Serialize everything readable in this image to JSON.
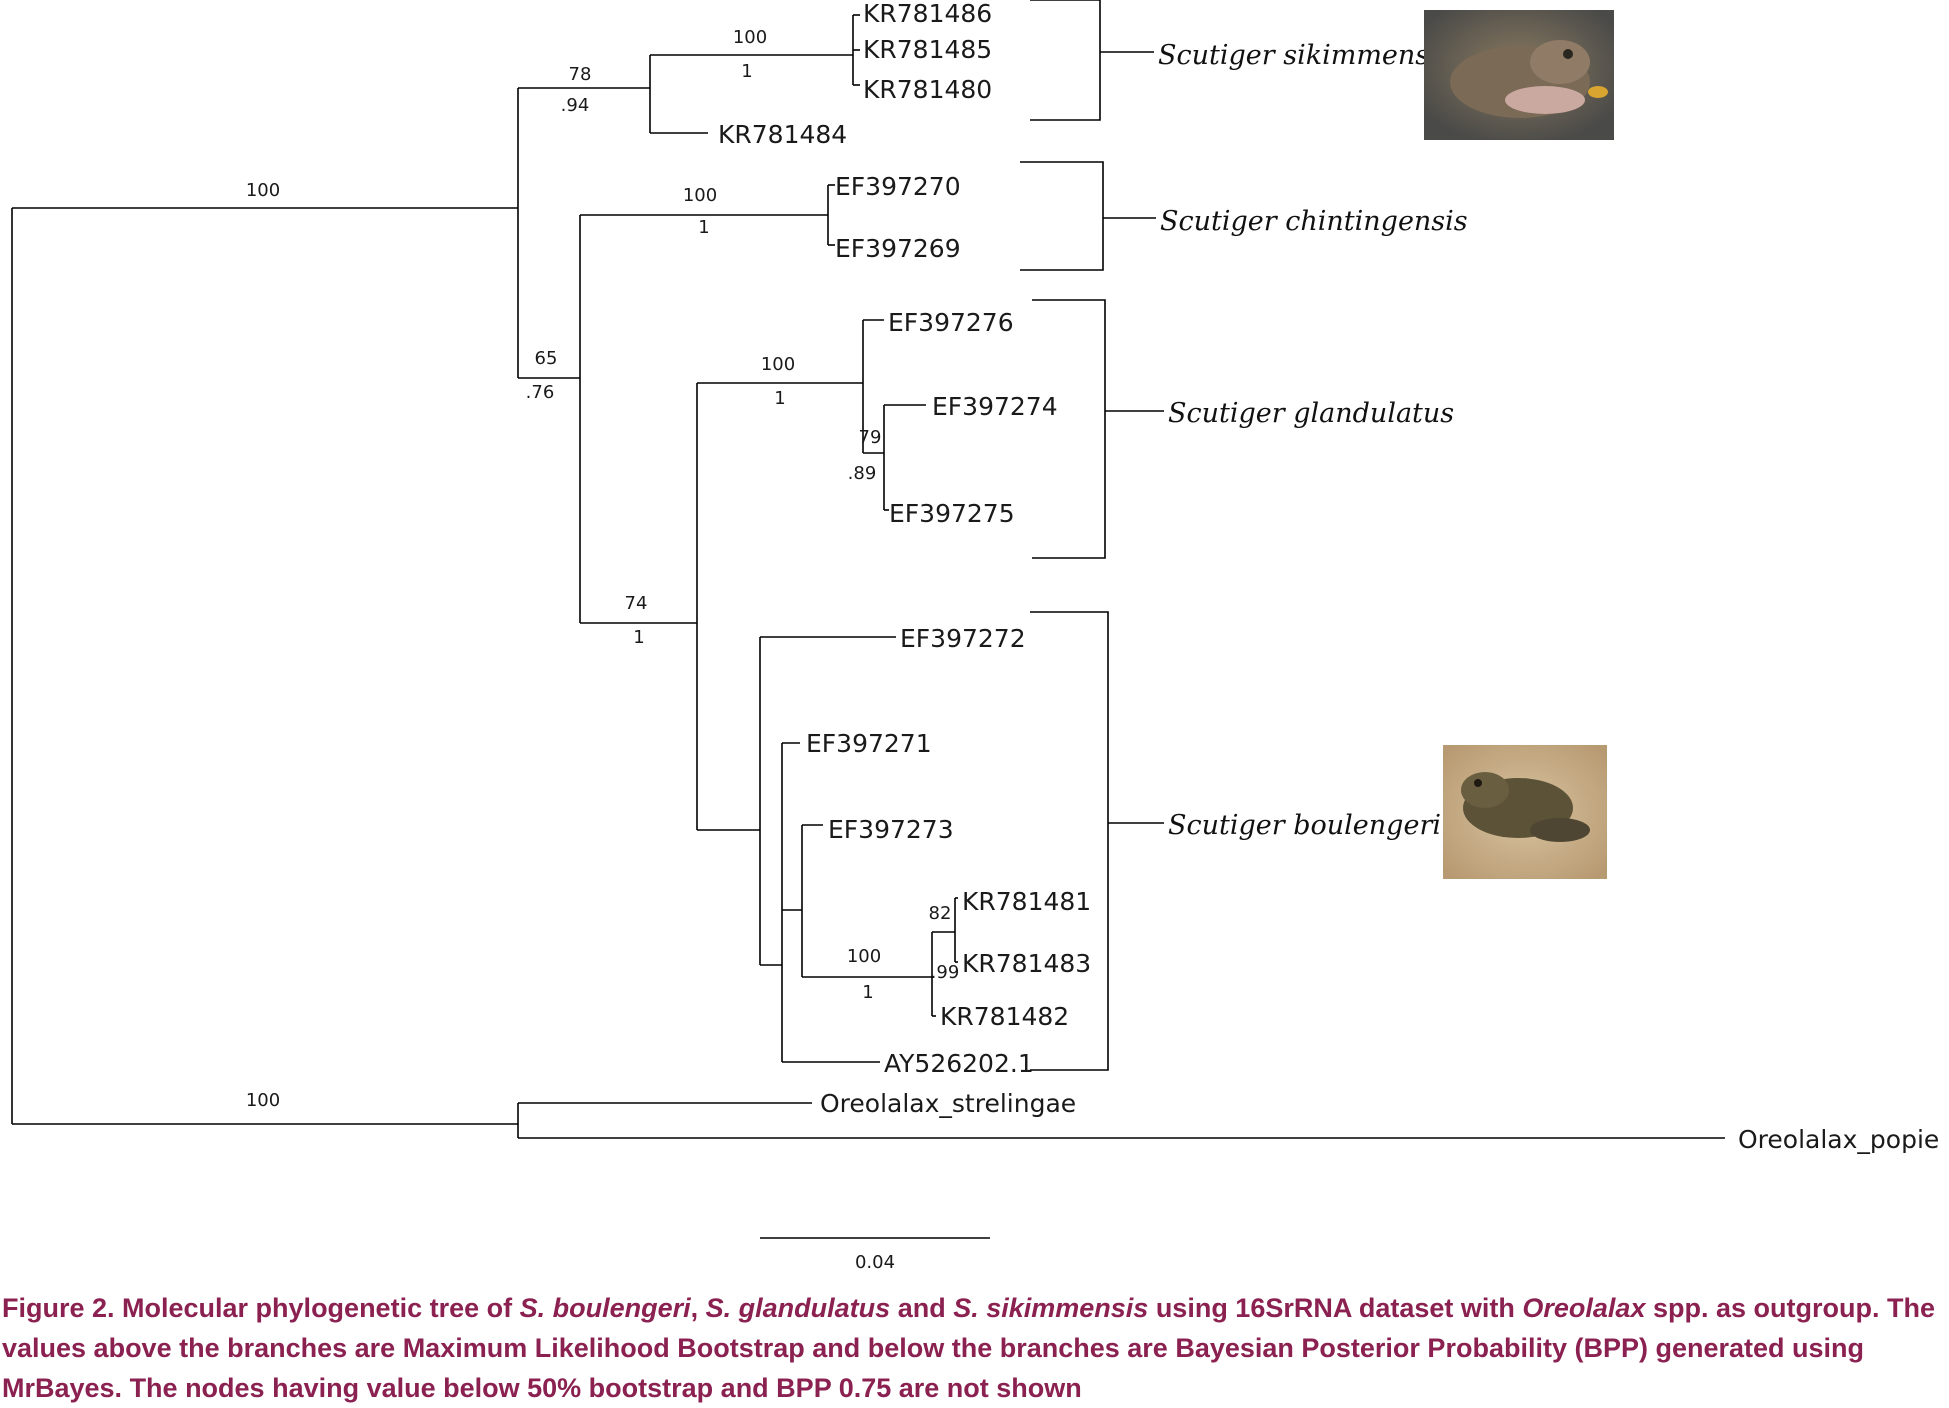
{
  "tree": {
    "tips": [
      {
        "id": "t1",
        "label": "KR781486"
      },
      {
        "id": "t2",
        "label": "KR781485"
      },
      {
        "id": "t3",
        "label": "KR781480"
      },
      {
        "id": "t4",
        "label": "KR781484"
      },
      {
        "id": "t5",
        "label": "EF397270"
      },
      {
        "id": "t6",
        "label": "EF397269"
      },
      {
        "id": "t7",
        "label": "EF397276"
      },
      {
        "id": "t8",
        "label": "EF397274"
      },
      {
        "id": "t9",
        "label": "EF397275"
      },
      {
        "id": "t10",
        "label": "EF397272"
      },
      {
        "id": "t11",
        "label": "EF397271"
      },
      {
        "id": "t12",
        "label": "EF397273"
      },
      {
        "id": "t13",
        "label": "KR781481"
      },
      {
        "id": "t14",
        "label": "KR781483"
      },
      {
        "id": "t15",
        "label": "KR781482"
      },
      {
        "id": "t16",
        "label": "AY526202.1"
      },
      {
        "id": "t17",
        "label": "Oreolalax_strelingae"
      },
      {
        "id": "t18",
        "label": "Oreolalax_popie"
      }
    ],
    "support": [
      {
        "id": "n_root_upper",
        "bootstrap": "100",
        "bpp": ""
      },
      {
        "id": "n_sik",
        "bootstrap": "78",
        "bpp": ".94"
      },
      {
        "id": "n_sik_core",
        "bootstrap": "100",
        "bpp": "1"
      },
      {
        "id": "n_chin",
        "bootstrap": "100",
        "bpp": "1"
      },
      {
        "id": "n_65",
        "bootstrap": "65",
        "bpp": ".76"
      },
      {
        "id": "n_glan",
        "bootstrap": "100",
        "bpp": "1"
      },
      {
        "id": "n_glan_sub",
        "bootstrap": "79",
        "bpp": ".89"
      },
      {
        "id": "n_74",
        "bootstrap": "74",
        "bpp": "1"
      },
      {
        "id": "n_bou_kr",
        "bootstrap": "100",
        "bpp": "1"
      },
      {
        "id": "n_bou_kr_sub",
        "bootstrap": "82",
        "bpp": ".99"
      },
      {
        "id": "n_root_lower",
        "bootstrap": "100",
        "bpp": ""
      }
    ],
    "species": [
      {
        "id": "sp_sik",
        "name": "Scutiger sikimmensis",
        "has_photo": true
      },
      {
        "id": "sp_chin",
        "name": "Scutiger chintingensis",
        "has_photo": false
      },
      {
        "id": "sp_glan",
        "name": "Scutiger glandulatus",
        "has_photo": false
      },
      {
        "id": "sp_bou",
        "name": "Scutiger boulengeri",
        "has_photo": true
      }
    ],
    "scale_bar": {
      "label": "0.04"
    }
  },
  "caption": {
    "p1": "Figure 2. Molecular phylogenetic tree of ",
    "i1": "S. boulengeri",
    "p2": ", ",
    "i2": "S. glandulatus",
    "p3": " and ",
    "i3": "S. sikimmensis",
    "p4": " using 16SrRNA dataset with ",
    "i4": "Oreolalax",
    "p5": " spp. as outgroup. The values above the branches are Maximum Likelihood Bootstrap and below the branches are Bayesian Posterior Probability (BPP) generated using MrBayes. The nodes having value below 50% bootstrap and BPP 0.75 are not shown"
  },
  "colors": {
    "caption": "#8b2150",
    "branch": "#000000"
  }
}
